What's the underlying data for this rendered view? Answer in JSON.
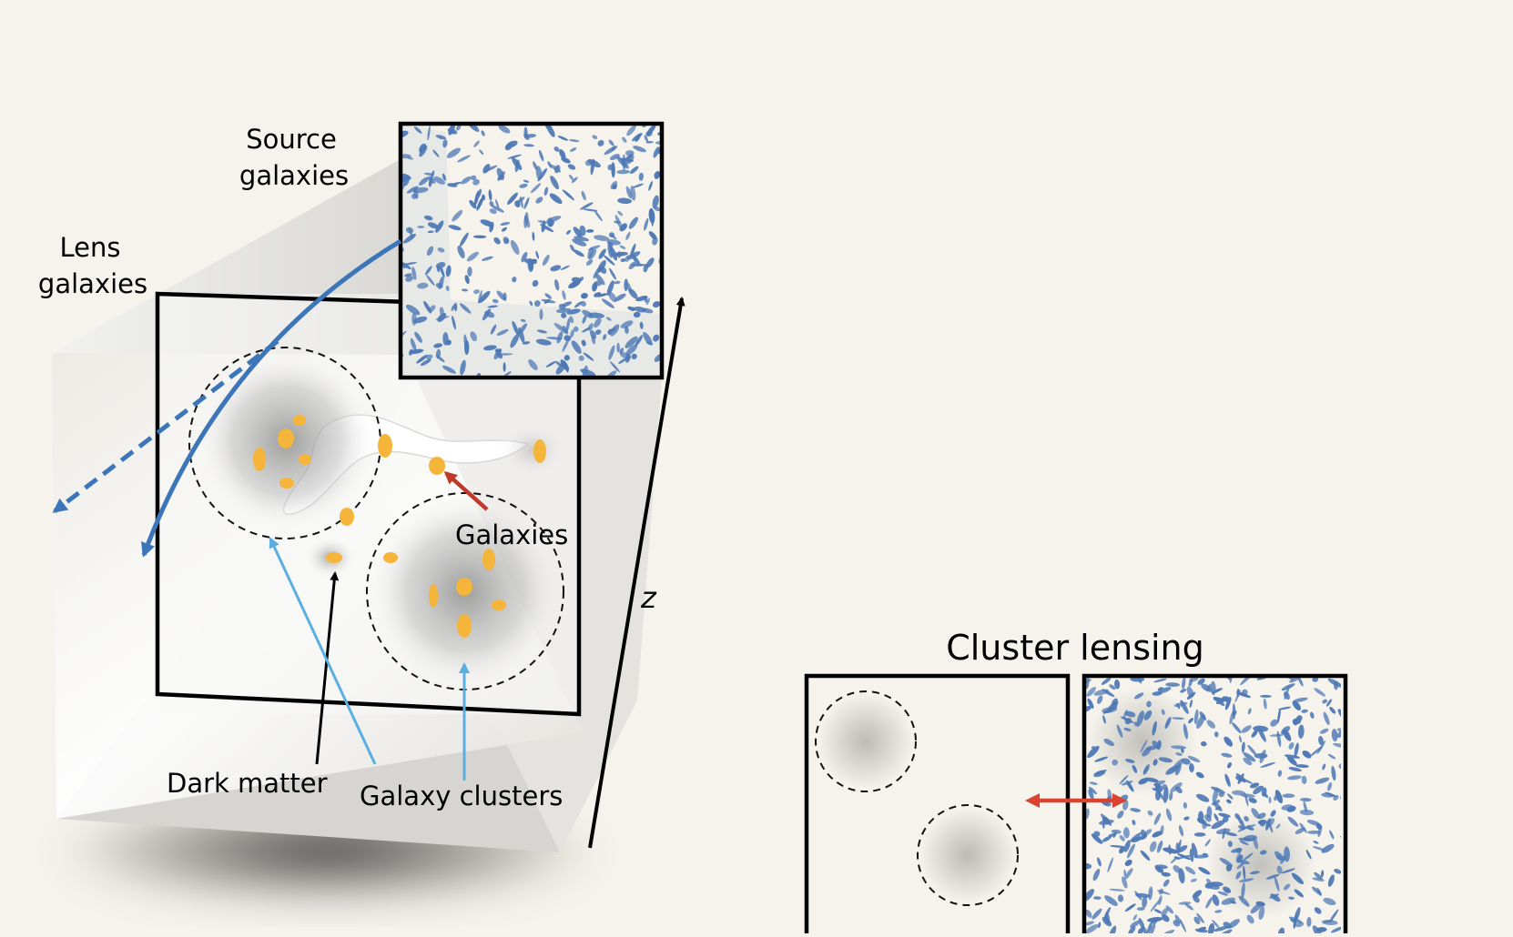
{
  "labels": {
    "source_galaxies": [
      "Source",
      "galaxies"
    ],
    "lens_galaxies": [
      "Lens",
      "galaxies"
    ],
    "galaxies": "Galaxies",
    "dark_matter": "Dark matter",
    "galaxy_clusters": "Galaxy clusters",
    "z_axis": "z",
    "cluster_lensing_title": "Cluster lensing"
  },
  "colors": {
    "background": "#f5f3ec",
    "galaxy_yellow": "#f4b53a",
    "source_blue": "#4f79b5",
    "lens_ray_blue": "#3c76b8",
    "pointer_light_blue": "#5aaee0",
    "pointer_red": "#c0392b",
    "double_arrow_red": "#d9432f",
    "frame_black": "#000000"
  }
}
